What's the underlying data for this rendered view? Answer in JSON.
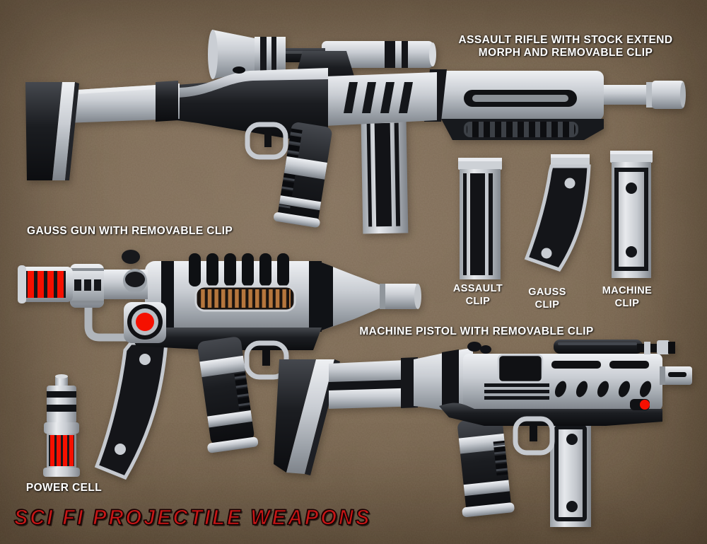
{
  "poster": {
    "title": "SCI FI PROJECTILE WEAPONS",
    "weapon_labels": {
      "assault_rifle_line1": "ASSAULT RIFLE WITH STOCK EXTEND",
      "assault_rifle_line2": "MORPH AND REMOVABLE CLIP",
      "gauss_gun": "GAUSS GUN WITH REMOVABLE CLIP",
      "machine_pistol": "MACHINE PISTOL WITH REMOVABLE CLIP",
      "power_cell": "POWER CELL"
    },
    "clip_labels": [
      {
        "line1": "ASSAULT",
        "line2": "CLIP"
      },
      {
        "line1": "GAUSS",
        "line2": "CLIP"
      },
      {
        "line1": "MACHINE",
        "line2": "CLIP"
      }
    ],
    "renders": [
      {
        "name": "assault-rifle-render"
      },
      {
        "name": "gauss-gun-render"
      },
      {
        "name": "machine-pistol-render"
      },
      {
        "name": "assault-clip-render"
      },
      {
        "name": "gauss-clip-render"
      },
      {
        "name": "machine-clip-render"
      },
      {
        "name": "power-cell-render"
      }
    ],
    "colors": {
      "background": "#7b6753",
      "background_shadow": "#4c3c2b",
      "metal_light": "#eceef1",
      "metal_mid": "#c9cdd3",
      "metal_dark": "#7e838a",
      "gun_black": "#17191d",
      "accent_red": "#f51000",
      "coil_copper": "#b5763d",
      "title_red": "#c81616",
      "label_white": "#ffffff"
    }
  }
}
